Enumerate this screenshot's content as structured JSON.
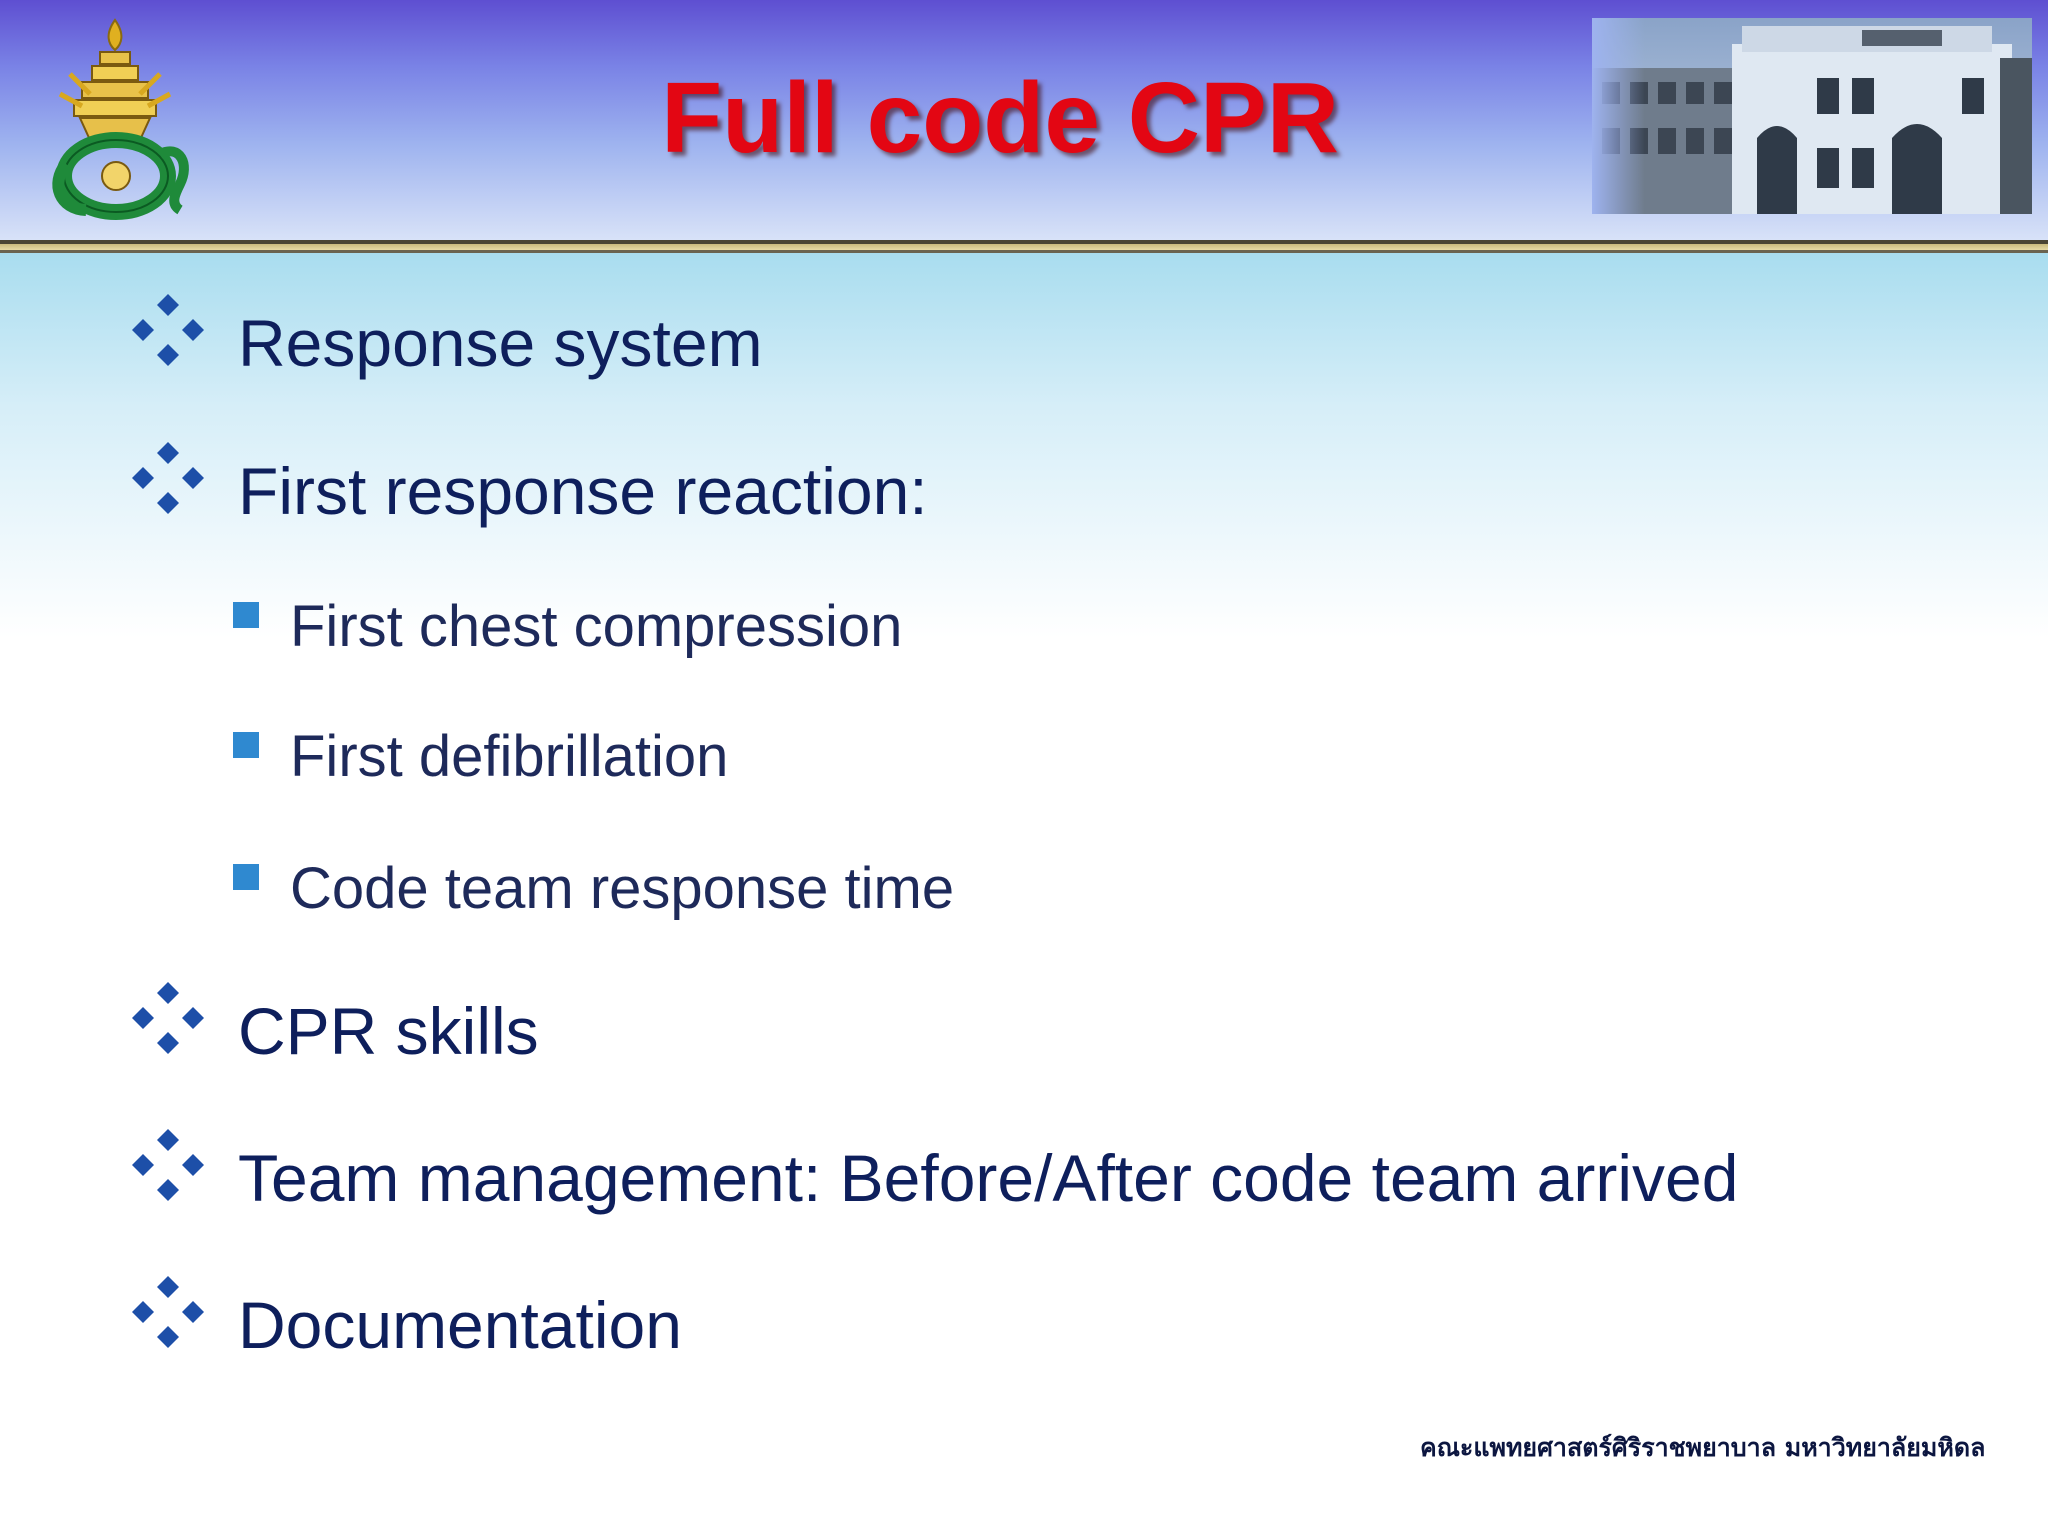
{
  "slide": {
    "title": "Full code CPR",
    "footer": "คณะแพทยศาสตร์ศิริราชพยาบาล มหาวิทยาลัยมหิดล"
  },
  "bullets": [
    {
      "text": "Response system"
    },
    {
      "text": "First response reaction:"
    },
    {
      "text": "First chest compression"
    },
    {
      "text": "First defibrillation"
    },
    {
      "text": "Code team response time"
    },
    {
      "text": "CPR skills"
    },
    {
      "text": "Team management: Before/After code team arrived"
    },
    {
      "text": "Documentation"
    }
  ],
  "colors": {
    "title": "#e30613",
    "text": "#0e1f5c",
    "bullet_diamond": "#1d4fa8",
    "bullet_square": "#2f89d0"
  }
}
